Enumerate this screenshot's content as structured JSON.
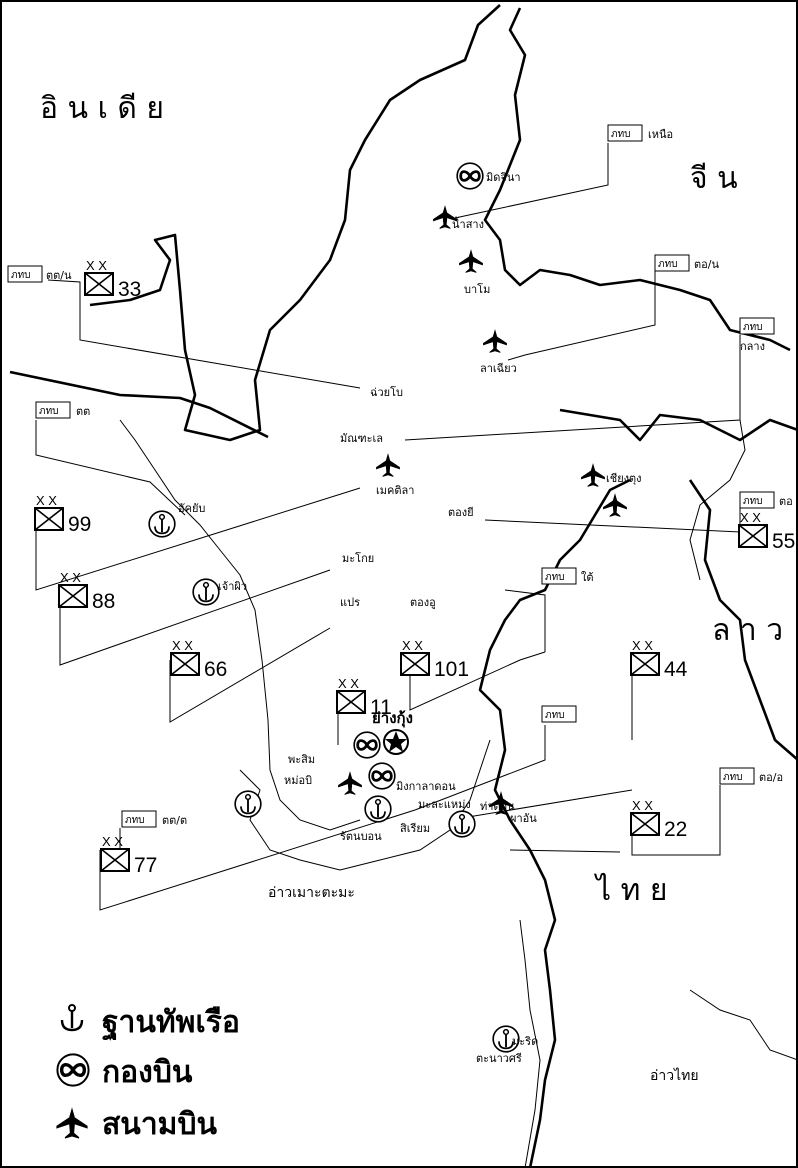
{
  "countries": {
    "india": "อิ น เ ดี ย",
    "china": "จี น",
    "laos": "ล า ว",
    "thailand": "ไ ท ย"
  },
  "seas": {
    "martaban": "อ่าวเมาะตะมะ",
    "thai": "อ่าวไทย"
  },
  "capital": "ย่างกุ้ง",
  "hq_tag": "ภทบ",
  "commands": {
    "north": "เหนือ",
    "northwest": "ตต/น",
    "northeast": "ตอ/น",
    "central": "กลาง",
    "west": "ตต",
    "east": "ตอ",
    "south": "ใต้",
    "southwest": "ตต/ต",
    "southeast": "ตอ/อ"
  },
  "divisions": [
    "33",
    "99",
    "88",
    "66",
    "11",
    "101",
    "44",
    "22",
    "77",
    "55"
  ],
  "division_mark": "X X",
  "places": {
    "myitkyina": "มิดจินา",
    "namsang": "น้ำสาง",
    "bhamo": "บาโม",
    "lashio": "ลาเฉียว",
    "shwebo": "ฉ่วยโบ",
    "mandalay": "มัณฑะเล",
    "meiktila": "เมคติลา",
    "kengtung": "เชียงตุง",
    "taunggyi": "ตองยี",
    "akyab": "อัคยับ",
    "magwe": "มะโกย",
    "kyaukpyu": "เจ้าผิว",
    "prome": "แปร",
    "toungoo": "ตองอู",
    "bassein": "พะสิม",
    "hmawbi": "หม่อบิ",
    "mingaladon": "มิงกาลาดอน",
    "mawlamyine": "มะละแหม่ง",
    "syriam": "สิเรียม",
    "thaton": "ท่าตอน",
    "mudon": "ผาอัน",
    "yadanabon": "รัตนบอน",
    "mergui": "มะริด",
    "tenasserim": "ตะนาวศรี"
  },
  "legend": {
    "naval_base": "ฐานทัพเรือ",
    "air_wing": "กองบิน",
    "airfield": "สนามบิน"
  }
}
